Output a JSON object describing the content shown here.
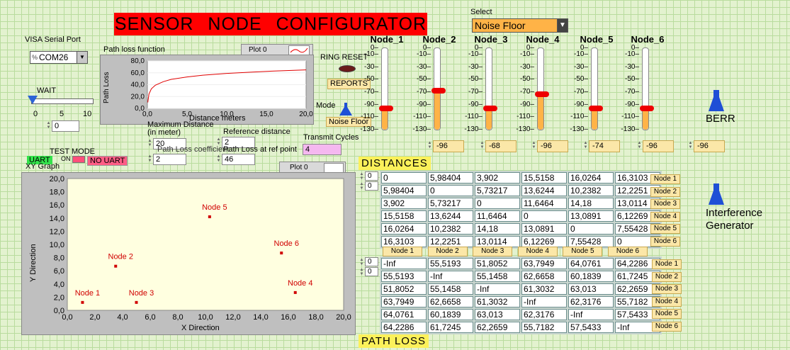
{
  "title": "SENSOR NODE CONFIGURATOR",
  "visa": {
    "label": "VISA Serial Port",
    "value": "COM26"
  },
  "wait": {
    "label": "WAIT",
    "ticks": [
      "0",
      "5",
      "10"
    ],
    "value": "0",
    "level": 0
  },
  "pathloss_plot": {
    "label": "Path loss function",
    "legend": "Plot 0",
    "xlabel": "Distance  meters",
    "ylabel": "Path Loss",
    "xticks": [
      "0,0",
      "5,0",
      "10,0",
      "15,0",
      "20,0"
    ],
    "yticks": [
      "80,0",
      "60,0",
      "40,0",
      "20,0",
      "0,0"
    ]
  },
  "chart_data": [
    {
      "type": "line",
      "xlabel": "Distance  meters",
      "ylabel": "Path Loss",
      "xlim": [
        0,
        20
      ],
      "ylim": [
        0,
        80
      ],
      "x": [
        0.05,
        0.2,
        0.5,
        1,
        2,
        3,
        5,
        7,
        10,
        13,
        16,
        20
      ],
      "y": [
        10,
        24,
        33,
        39,
        45,
        49,
        53,
        56,
        59,
        61,
        63,
        65
      ],
      "legend": "Plot 0"
    },
    {
      "type": "scatter",
      "xlabel": "X Direction",
      "ylabel": "Y Direction",
      "xlim": [
        0,
        20
      ],
      "ylim": [
        0,
        20
      ],
      "legend": "Plot 0",
      "points": [
        {
          "label": "Node 1",
          "x": 1.1,
          "y": 1.2
        },
        {
          "label": "Node 2",
          "x": 3.5,
          "y": 6.7
        },
        {
          "label": "Node 3",
          "x": 5.0,
          "y": 1.2
        },
        {
          "label": "Node 4",
          "x": 16.5,
          "y": 2.7
        },
        {
          "label": "Node 5",
          "x": 10.3,
          "y": 14.2
        },
        {
          "label": "Node 6",
          "x": 15.5,
          "y": 8.7
        }
      ]
    }
  ],
  "xy_graph": {
    "label": "XY Graph",
    "legend": "Plot 0",
    "xlabel": "X Direction",
    "ylabel": "Y Direction",
    "xticks": [
      "0,0",
      "2,0",
      "4,0",
      "6,0",
      "8,0",
      "10,0",
      "12,0",
      "14,0",
      "16,0",
      "18,0",
      "20,0"
    ],
    "yticks": [
      "20,0",
      "18,0",
      "16,0",
      "14,0",
      "12,0",
      "10,0",
      "8,0",
      "6,0",
      "4,0",
      "2,0",
      "0,0"
    ]
  },
  "test_mode": {
    "label": "TEST MODE",
    "on_label": "UART",
    "off_label": "NO  UART",
    "switch_text": "ON"
  },
  "max_distance": {
    "label_line1": "Maximum Distance",
    "label_line2": "(in meter)",
    "value": "20"
  },
  "path_loss_coeff": {
    "label": "Path Loss coefficient",
    "value": "2"
  },
  "reference_distance": {
    "label": "Reference distance",
    "value": "2"
  },
  "path_loss_ref": {
    "label": "Path Loss at ref point",
    "value": "46"
  },
  "transmit_cycles": {
    "label": "Transmit Cycles",
    "value": "4"
  },
  "ring_reset": {
    "label": "RING RESET"
  },
  "reports": {
    "label": "REPORTS"
  },
  "mode": {
    "label": "Mode",
    "value": "Noise  Floor"
  },
  "select": {
    "label": "Select",
    "value": "Noise Floor"
  },
  "nodes": {
    "scale": [
      "0",
      "-10",
      "-30",
      "-50",
      "-70",
      "-90",
      "-110",
      "-130"
    ],
    "items": [
      {
        "name": "Node_1",
        "value": "-96",
        "level": -96
      },
      {
        "name": "Node_2",
        "value": "-68",
        "level": -68
      },
      {
        "name": "Node_3",
        "value": "-96",
        "level": -96
      },
      {
        "name": "Node_4",
        "value": "-74",
        "level": -74
      },
      {
        "name": "Node_5",
        "value": "-96",
        "level": -96
      },
      {
        "name": "Node_6",
        "value": "-96",
        "level": -96
      }
    ]
  },
  "distances": {
    "title": "DISTANCES",
    "index": [
      "0",
      "0"
    ],
    "rows": [
      [
        "0",
        "5,98404",
        "3,902",
        "15,5158",
        "16,0264",
        "16,3103"
      ],
      [
        "5,98404",
        "0",
        "5,73217",
        "13,6244",
        "10,2382",
        "12,2251"
      ],
      [
        "3,902",
        "5,73217",
        "0",
        "11,6464",
        "14,18",
        "13,0114"
      ],
      [
        "15,5158",
        "13,6244",
        "11,6464",
        "0",
        "13,0891",
        "6,12269"
      ],
      [
        "16,0264",
        "10,2382",
        "14,18",
        "13,0891",
        "0",
        "7,55428"
      ],
      [
        "16,3103",
        "12,2251",
        "13,0114",
        "6,12269",
        "7,55428",
        "0"
      ]
    ],
    "row_labels": [
      "Node 1",
      "Node 2",
      "Node 3",
      "Node 4",
      "Node 5",
      "Node 6"
    ],
    "col_labels": [
      "Node 1",
      "Node 2",
      "Node 3",
      "Node 4",
      "Node 5",
      "Node 6"
    ]
  },
  "path_loss_table": {
    "title": "PATH  LOSS",
    "index": [
      "0",
      "0"
    ],
    "rows": [
      [
        "-Inf",
        "55,5193",
        "51,8052",
        "63,7949",
        "64,0761",
        "64,2286"
      ],
      [
        "55,5193",
        "-Inf",
        "55,1458",
        "62,6658",
        "60,1839",
        "61,7245"
      ],
      [
        "51,8052",
        "55,1458",
        "-Inf",
        "61,3032",
        "63,013",
        "62,2659"
      ],
      [
        "63,7949",
        "62,6658",
        "61,3032",
        "-Inf",
        "62,3176",
        "55,7182"
      ],
      [
        "64,0761",
        "60,1839",
        "63,013",
        "62,3176",
        "-Inf",
        "57,5433"
      ],
      [
        "64,2286",
        "61,7245",
        "62,2659",
        "55,7182",
        "57,5433",
        "-Inf"
      ]
    ],
    "row_labels": [
      "Node 1",
      "Node 2",
      "Node 3",
      "Node 4",
      "Node 5",
      "Node 6"
    ]
  },
  "berr": {
    "label": "BERR"
  },
  "interference": {
    "label_line1": "Interference",
    "label_line2": "Generator"
  },
  "colors": {
    "title_bg": "#ff0000",
    "slider_thumb": "#e00000",
    "slider_fill": "#ffb347",
    "section_bg": "#fcf15a",
    "flask": "#1f4fd6",
    "plot_line": "#e00000"
  }
}
